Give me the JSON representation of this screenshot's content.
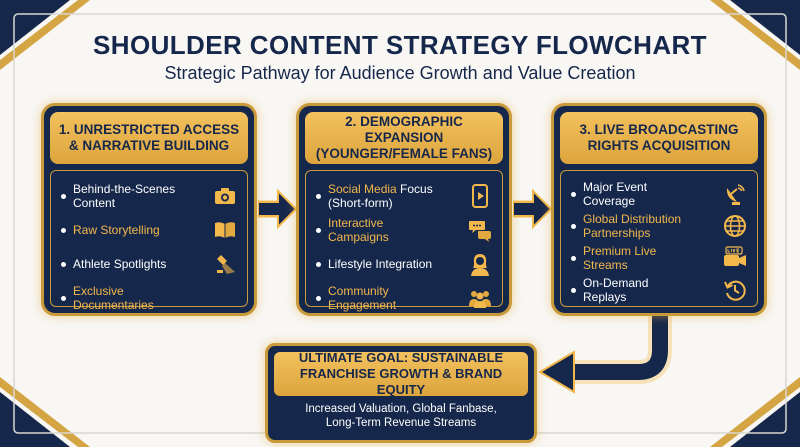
{
  "title": "SHOULDER CONTENT STRATEGY FLOWCHART",
  "subtitle": "Strategic Pathway for Audience Growth and Value Creation",
  "colors": {
    "navy": "#16274c",
    "gold": "#f3b84b",
    "gold_border": "#c99a3a",
    "background": "#f8f7f4"
  },
  "steps": [
    {
      "heading": "1. UNRESTRICTED ACCESS & NARRATIVE BUILDING",
      "items": [
        {
          "label": "Behind-the-Scenes Content",
          "icon": "camera-icon",
          "highlight": false
        },
        {
          "label": "Raw Storytelling",
          "icon": "book-icon",
          "highlight": true
        },
        {
          "label": "Athlete Spotlights",
          "icon": "spotlight-icon",
          "highlight": false
        },
        {
          "label": "Exclusive Documentaries",
          "icon": "",
          "highlight": true
        }
      ]
    },
    {
      "heading": "2. DEMOGRAPHIC EXPANSION (YOUNGER/FEMALE FANS)",
      "items": [
        {
          "label_highlight": "Social Media",
          "label": " Focus (Short-form)",
          "icon": "smartphone-play-icon",
          "highlight": false
        },
        {
          "label": "Interactive Campaigns",
          "icon": "chat-bubbles-icon",
          "highlight": true
        },
        {
          "label": "Lifestyle Integration",
          "icon": "woman-icon",
          "highlight": false
        },
        {
          "label": "Community Engagement",
          "icon": "group-icon",
          "highlight": true
        }
      ]
    },
    {
      "heading": "3. LIVE BROADCASTING RIGHTS ACQUISITION",
      "items": [
        {
          "label": "Major Event Coverage",
          "icon": "satellite-dish-icon",
          "highlight": false
        },
        {
          "label": "Global Distribution Partnerships",
          "icon": "globe-icon",
          "highlight": true
        },
        {
          "label": "Premium Live Streams",
          "icon": "live-camera-icon",
          "highlight": true
        },
        {
          "label": "On-Demand Replays",
          "icon": "replay-clock-icon",
          "highlight": false
        }
      ]
    }
  ],
  "goal": {
    "heading_line1": "ULTIMATE GOAL: SUSTAINABLE",
    "heading_line2": "FRANCHISE GROWTH & BRAND EQUITY",
    "body_line1": "Increased Valuation, Global Fanbase,",
    "body_line2": "Long-Term Revenue Streams"
  }
}
